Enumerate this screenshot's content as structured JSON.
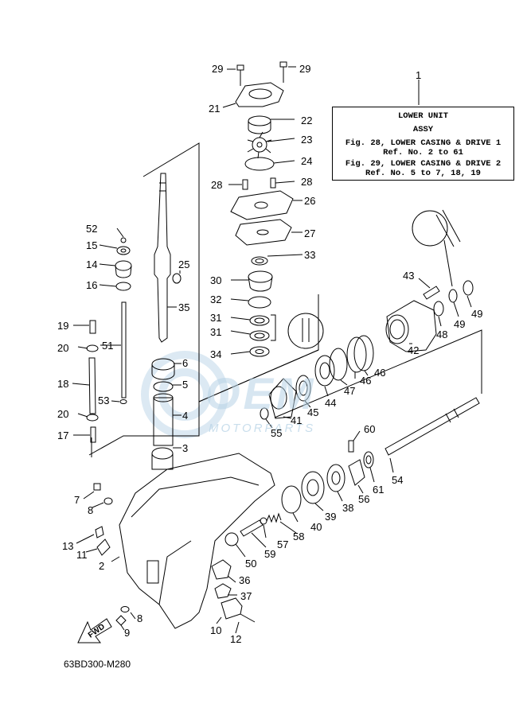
{
  "diagram": {
    "code": "63BD300-M280",
    "fwd_label": "FWD",
    "watermark": {
      "brand": "OEM",
      "tagline": "MOTORPARTS"
    },
    "legend": {
      "ref": "1",
      "lines": [
        "LOWER UNIT",
        "ASSY",
        "Fig. 28, LOWER CASING & DRIVE 1",
        "Ref. No. 2 to 61",
        "Fig. 29, LOWER CASING & DRIVE 2",
        "Ref. No. 5 to 7, 18, 19"
      ]
    },
    "callouts": [
      "29",
      "29",
      "21",
      "22",
      "23",
      "24",
      "28",
      "28",
      "26",
      "27",
      "33",
      "30",
      "32",
      "31",
      "31",
      "34",
      "25",
      "35",
      "52",
      "15",
      "14",
      "16",
      "19",
      "51",
      "20",
      "18",
      "53",
      "20",
      "17",
      "6",
      "5",
      "4",
      "3",
      "43",
      "49",
      "49",
      "48",
      "42",
      "46",
      "46",
      "47",
      "44",
      "45",
      "41",
      "55",
      "60",
      "61",
      "56",
      "54",
      "38",
      "39",
      "40",
      "58",
      "57",
      "59",
      "50",
      "36",
      "37",
      "7",
      "8",
      "13",
      "11",
      "2",
      "8",
      "9",
      "10",
      "12"
    ]
  }
}
